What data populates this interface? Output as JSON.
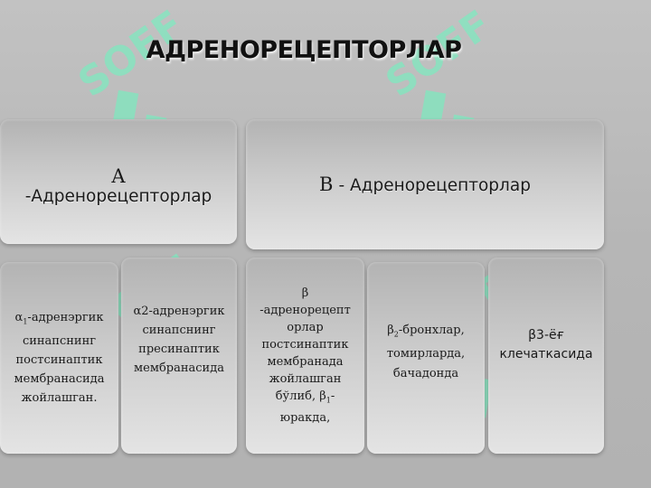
{
  "title": "АДРЕНОРЕЦЕПТОРЛАР",
  "watermark_text": "SOFF",
  "colors": {
    "watermark": "#7fe8bf",
    "box_light": "#e4e4e4",
    "box_dark": "#b3b3b3"
  },
  "headers": {
    "alpha": {
      "letter": "А",
      "label": "-Адренорецепторлар"
    },
    "beta": {
      "letter": "В",
      "label": "- Адренорецепторлар"
    }
  },
  "cells": {
    "alpha1": {
      "symbol": "α",
      "sub": "1",
      "rest": "-адренэргик",
      "lines": [
        "синапснинг",
        "постсинаптик",
        "мембранасида",
        "жойлашган."
      ]
    },
    "alpha2": {
      "lines": [
        "α2-адренэргик",
        "синапснинг",
        "пресинаптик",
        "мембранасида"
      ]
    },
    "beta_general": {
      "lines": [
        "β",
        "-адренорецепт",
        "орлар",
        "постсинаптик",
        "мембранада",
        "жойлашган"
      ],
      "line7_pre": "бўлиб, β",
      "line7_sub": "1",
      "line7_post": "-",
      "line8": "юракда,"
    },
    "beta2": {
      "line1_pre": "β",
      "line1_sub": "2",
      "line1_post": "-бронхлар,",
      "line2": "томирларда,",
      "line3": "бачадонда"
    },
    "beta3": {
      "line1": "β3-ёғ",
      "line2": "клечаткасида"
    }
  }
}
